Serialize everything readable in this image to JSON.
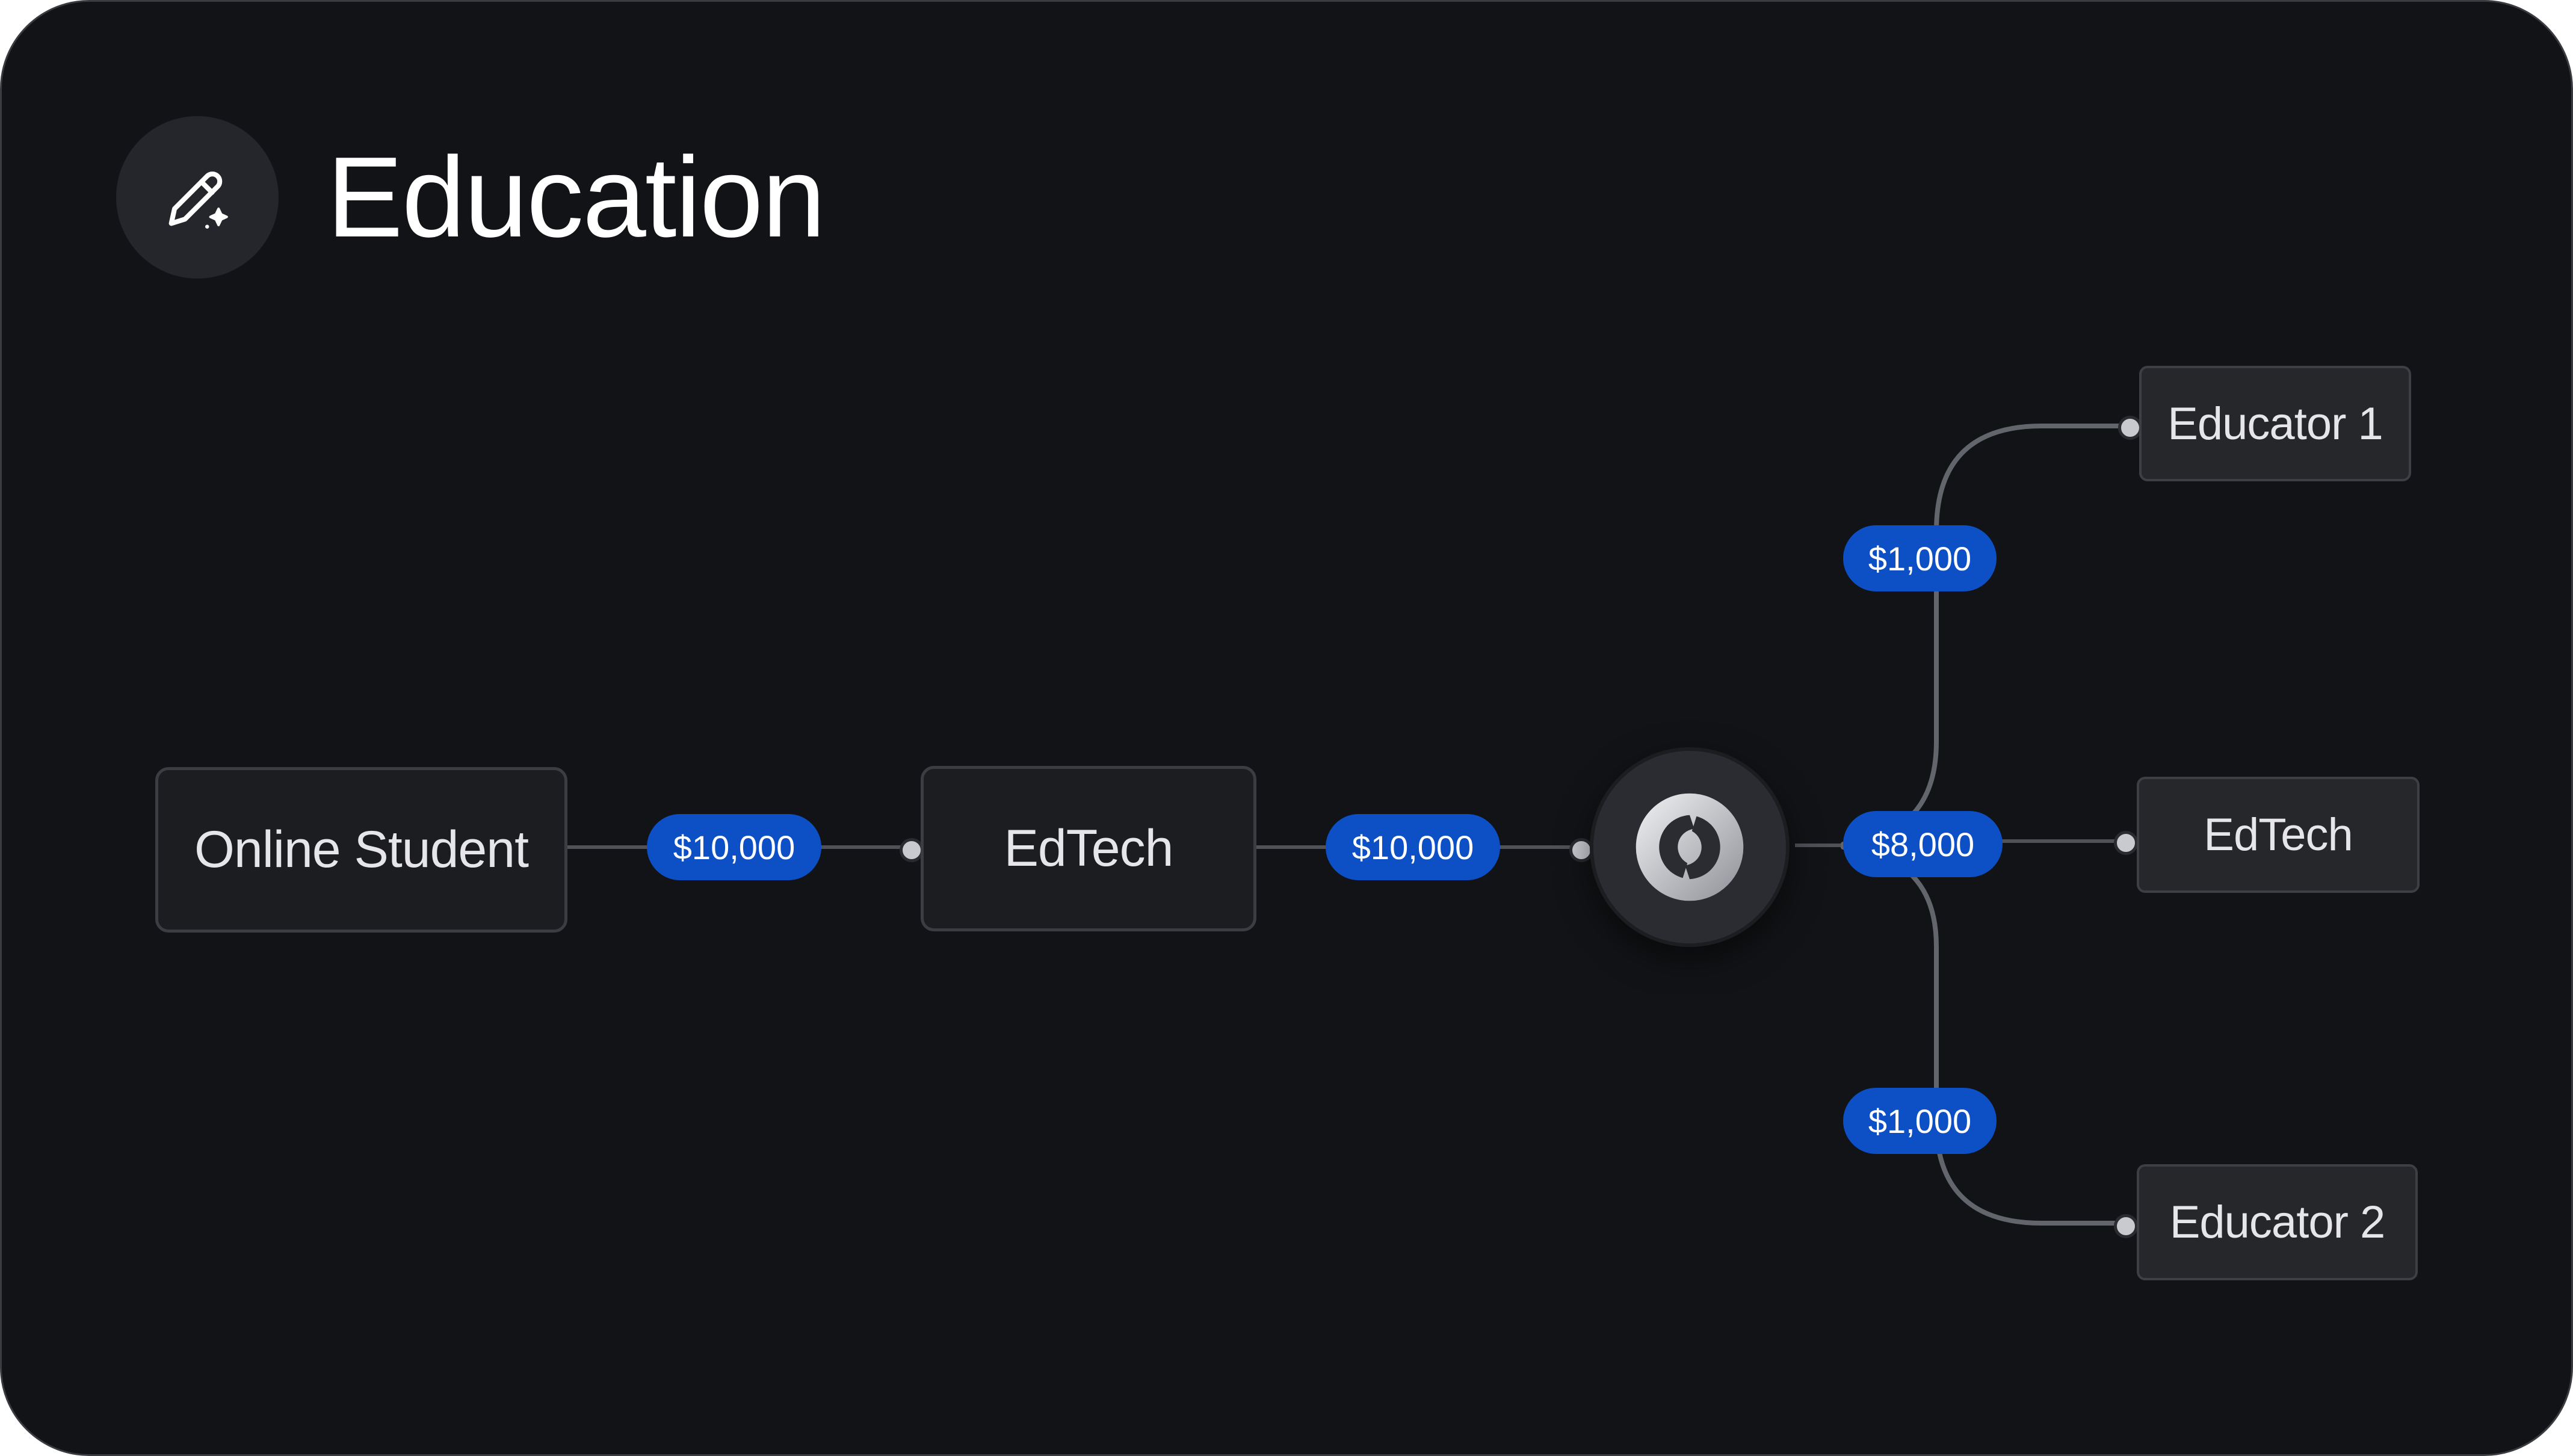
{
  "header": {
    "icon": "pencil-sparkle-icon",
    "title": "Education"
  },
  "flow": {
    "source": "Online Student",
    "platform": "EdTech",
    "hub_icon": "sync-arrows-icon",
    "payment_1": "$10,000",
    "payment_2": "$10,000",
    "split_top": "$1,000",
    "split_middle": "$8,000",
    "split_bottom": "$1,000",
    "recipient_top": "Educator 1",
    "recipient_middle": "EdTech",
    "recipient_bottom": "Educator 2"
  },
  "colors": {
    "background": "#121316",
    "pill": "#0d4fc4",
    "node": "#1c1d21",
    "connector": "#5a5c63"
  }
}
